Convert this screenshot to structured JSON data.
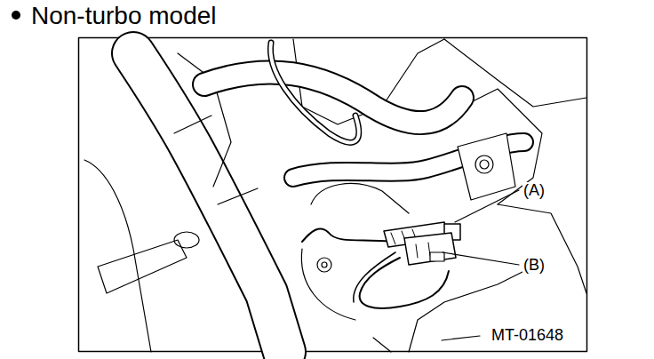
{
  "diagram": {
    "title": "Non-turbo model",
    "labels": [
      "(A)",
      "(B)",
      "MT-01648"
    ]
  }
}
